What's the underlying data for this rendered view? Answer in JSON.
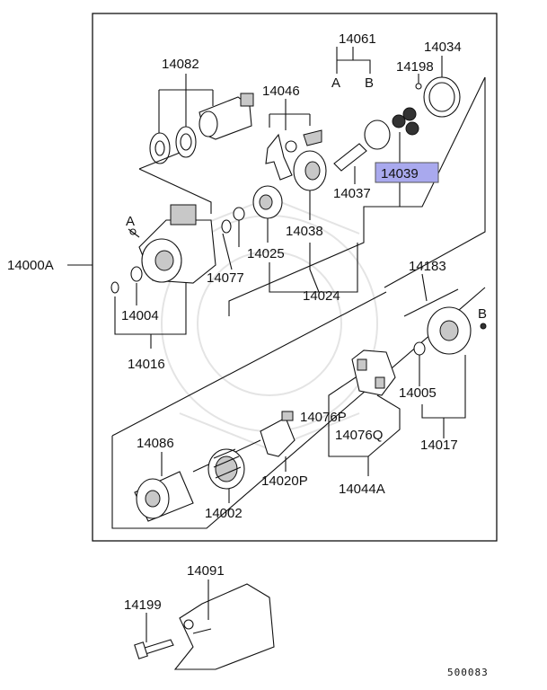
{
  "diagram": {
    "callouts": {
      "p14061": "14061",
      "sub_a": "A",
      "sub_b": "B",
      "p14034": "14034",
      "p14198": "14198",
      "p14082": "14082",
      "p14046": "14046",
      "p14039": "14039",
      "p14037": "14037",
      "p14038": "14038",
      "p14025": "14025",
      "p14077": "14077",
      "p14024": "14024",
      "p14000A": "14000A",
      "mark_a": "A",
      "p14004": "14004",
      "p14016": "14016",
      "p14183": "14183",
      "mark_b": "B",
      "p14005": "14005",
      "p14017": "14017",
      "p14076P": "14076P",
      "p14076Q": "14076Q",
      "p14044A": "14044A",
      "p14086": "14086",
      "p14002": "14002",
      "p14020P": "14020P",
      "p14091": "14091",
      "p14199": "14199"
    },
    "highlight_color": "#a9a9ee",
    "drawing_code": "500083"
  }
}
